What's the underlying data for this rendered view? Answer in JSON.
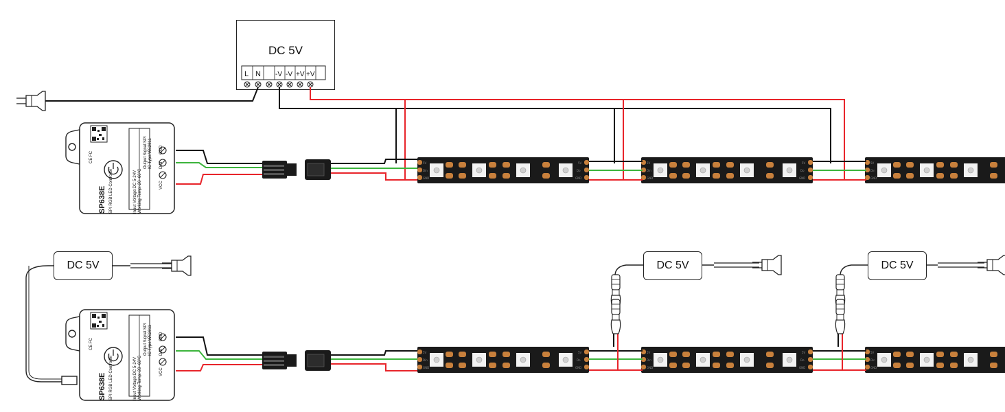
{
  "main_psu": {
    "label": "DC 5V",
    "terminals": [
      "L",
      "N",
      "",
      "-V",
      "-V",
      "+V",
      "+V"
    ]
  },
  "adapters": [
    {
      "label": "DC 5V"
    },
    {
      "label": "DC 5V"
    },
    {
      "label": "DC 5V"
    }
  ],
  "controller": {
    "model": "SP638E",
    "subtitle": "SPI RGB LED Controller",
    "input_voltage": "Input Voltage:DC 5-24V",
    "working_temp": "Working Temp:-20~60°C",
    "output_signal": "Output Signal:SPI",
    "ic_type": "IC Type:WS2811",
    "pins": [
      "VCC",
      "DAT",
      "GND"
    ],
    "cert_marks": "CE FC",
    "icons": [
      "qr-code-icon",
      "power-button-icon",
      "screw-terminal-icon",
      "wifi-icon"
    ]
  },
  "strip": {
    "pad_labels": [
      "5V",
      "Din",
      "GND"
    ]
  },
  "colors": {
    "wire_positive": "#e8242a",
    "wire_negative": "#111111",
    "wire_data": "#3cb43c",
    "strip_body": "#1a1a1a",
    "pad": "#c8803c",
    "led": "#f2f2f2"
  }
}
